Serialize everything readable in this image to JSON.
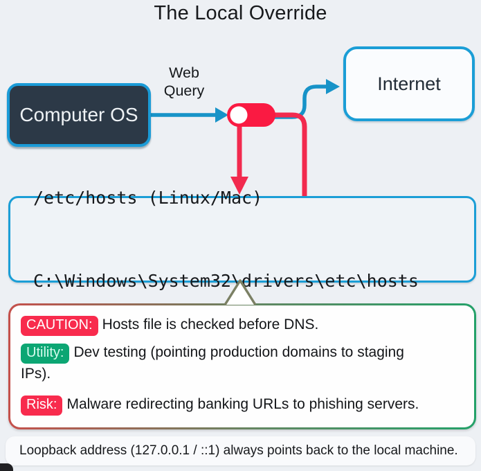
{
  "title": "The Local Override",
  "nodes": {
    "computer_os": {
      "label": "Computer OS"
    },
    "internet": {
      "label": "Internet"
    },
    "hosts_file": {
      "line1": "/etc/hosts (Linux/Mac)",
      "line2": "C:\\Windows\\System32\\drivers\\etc\\hosts"
    }
  },
  "edges": {
    "web_query_label": "Web Query"
  },
  "callout": {
    "items": [
      {
        "badge": "CAUTION:",
        "badge_color": "#f82b4d",
        "badge_text_color": "#ffffff",
        "text": "Hosts file is checked before DNS."
      },
      {
        "badge": "Utility:",
        "badge_color": "#0ca673",
        "badge_text_color": "#d6fbee",
        "text": "Dev testing (pointing production domains to staging IPs)."
      },
      {
        "badge": "Risk:",
        "badge_color": "#f82b4d",
        "badge_text_color": "#ffffff",
        "text": "Malware redirecting banking URLs to phishing servers."
      }
    ]
  },
  "footer": {
    "text": "Loopback address (127.0.0.1 / ::1) always points back to the local machine."
  },
  "colors": {
    "background": "#edf0f4",
    "cyan_accent": "#1b9ed6",
    "red_accent": "#f92347",
    "dark_node_fill": "#2c3947",
    "callout_border_left": "#c5504b",
    "callout_border_right": "#24a169",
    "badge_red": "#f82b4d",
    "badge_green": "#0ca673"
  }
}
